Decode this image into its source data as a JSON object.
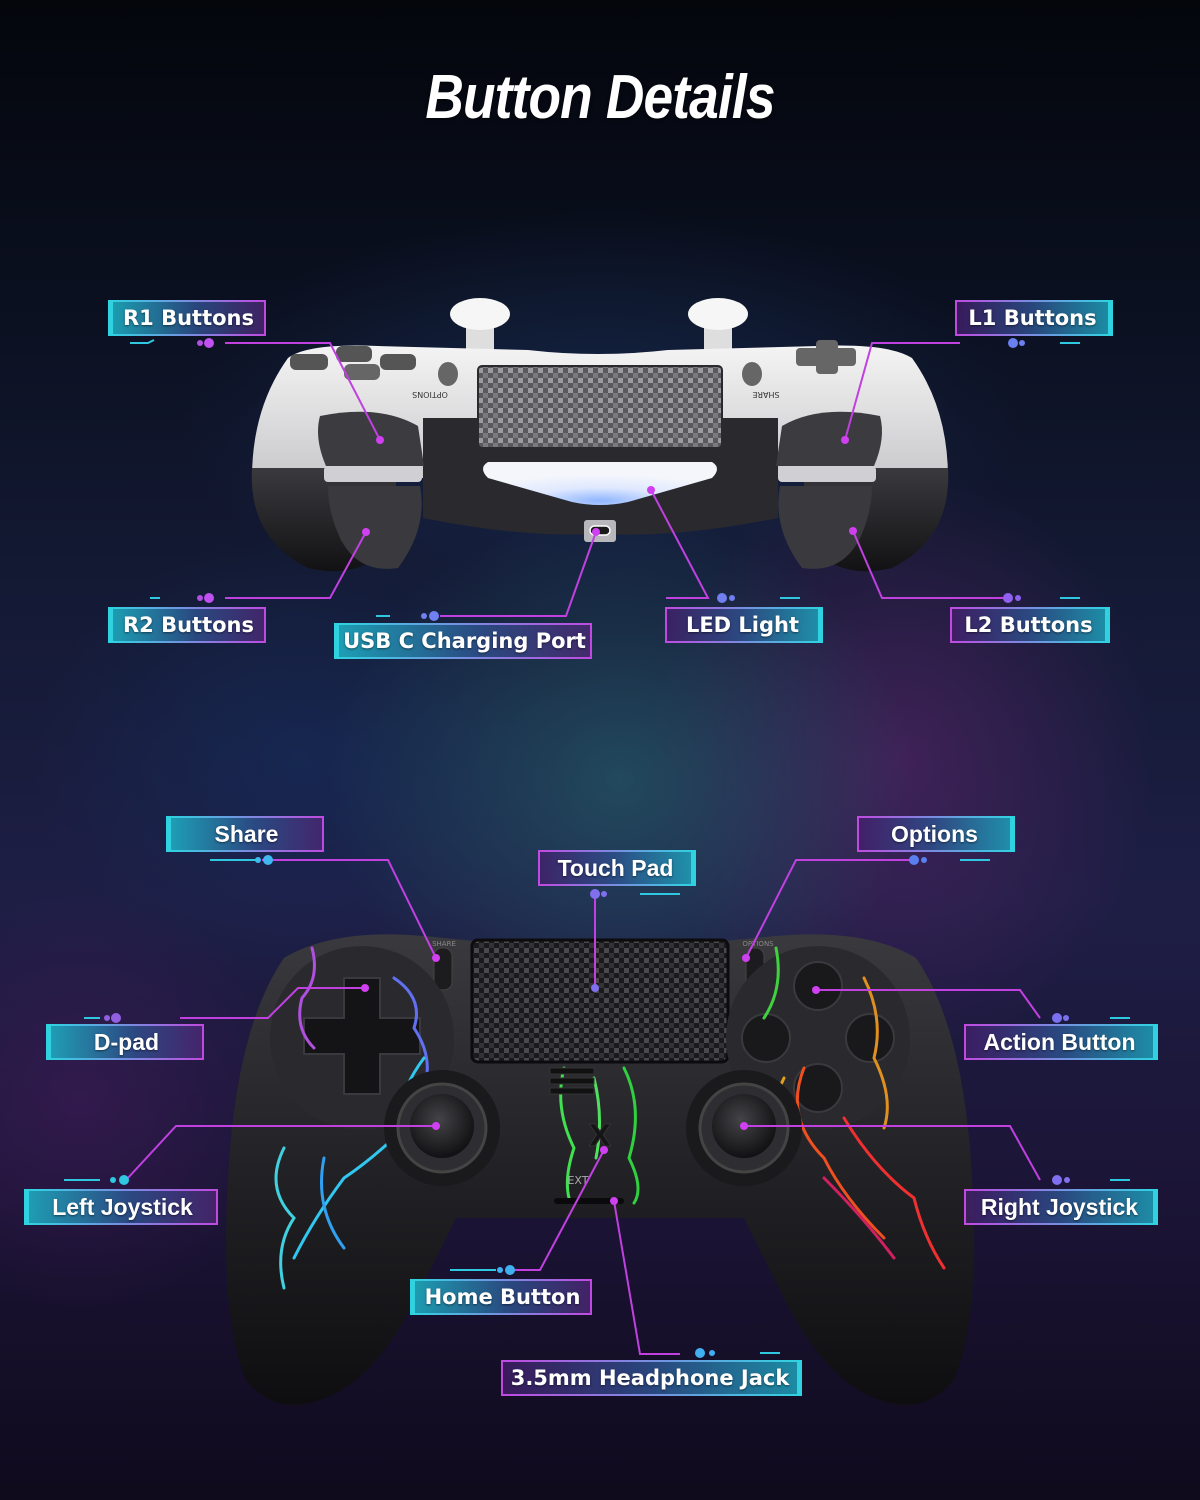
{
  "page": {
    "title": "Button Details"
  },
  "colors": {
    "accent_cyan": "#2fd2e0",
    "accent_magenta": "#c04ae0",
    "callout_line": "#c040e0",
    "background_dark": "#0a0f1e"
  },
  "top_controller": {
    "view": "back view (white controller)",
    "printed_labels": {
      "options": "OPTIONS",
      "share": "SHARE"
    },
    "callouts": [
      {
        "id": "r1",
        "label": "R1 Buttons"
      },
      {
        "id": "l1",
        "label": "L1 Buttons"
      },
      {
        "id": "r2",
        "label": "R2 Buttons"
      },
      {
        "id": "usbc",
        "label": "USB C Charging Port"
      },
      {
        "id": "led",
        "label": "LED Light"
      },
      {
        "id": "l2",
        "label": "L2 Buttons"
      }
    ]
  },
  "bottom_controller": {
    "view": "front view (black controller with rainbow lightning)",
    "printed_labels": {
      "share": "SHARE",
      "options": "OPTIONS",
      "ext": "EXT"
    },
    "callouts": [
      {
        "id": "share",
        "label": "Share"
      },
      {
        "id": "touchpad",
        "label": "Touch Pad"
      },
      {
        "id": "options",
        "label": "Options"
      },
      {
        "id": "dpad",
        "label": "D-pad"
      },
      {
        "id": "action",
        "label": "Action Button"
      },
      {
        "id": "left_joystick",
        "label": "Left Joystick"
      },
      {
        "id": "right_joystick",
        "label": "Right Joystick"
      },
      {
        "id": "home",
        "label": "Home Button"
      },
      {
        "id": "headphone",
        "label": "3.5mm Headphone Jack"
      }
    ]
  }
}
